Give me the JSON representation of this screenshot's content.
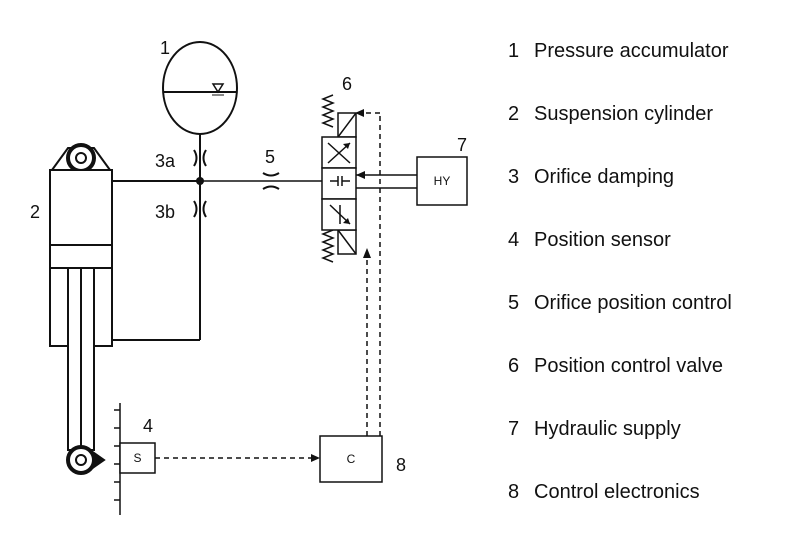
{
  "diagram": {
    "callouts": {
      "n1": "1",
      "n2": "2",
      "n3a": "3a",
      "n3b": "3b",
      "n4": "4",
      "n5": "5",
      "n6": "6",
      "n7": "7",
      "n8": "8"
    },
    "boxes": {
      "sensor": "S",
      "supply": "HY",
      "electronics": "C"
    }
  },
  "legend": [
    {
      "num": "1",
      "text": "Pressure accumulator"
    },
    {
      "num": "2",
      "text": "Suspension cylinder"
    },
    {
      "num": "3",
      "text": "Orifice damping"
    },
    {
      "num": "4",
      "text": "Position sensor"
    },
    {
      "num": "5",
      "text": "Orifice position control"
    },
    {
      "num": "6",
      "text": "Position control valve"
    },
    {
      "num": "7",
      "text": "Hydraulic supply"
    },
    {
      "num": "8",
      "text": "Control electronics"
    }
  ]
}
